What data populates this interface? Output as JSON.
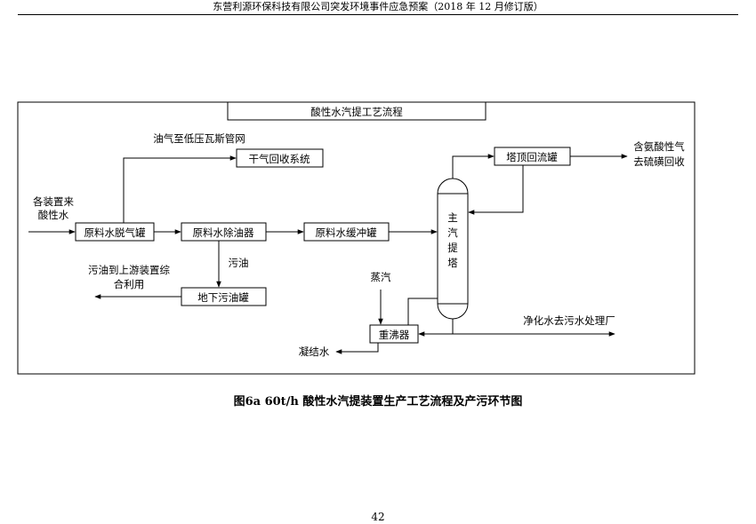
{
  "header": {
    "title": "东营利源环保科技有限公司突发环境事件应急预案（2018 年 12 月修订版）"
  },
  "diagram": {
    "title": "酸性水汽提工艺流程",
    "inputs": {
      "feed_line1": "各装置来",
      "feed_line2": "酸性水",
      "steam": "蒸汽",
      "oil_gas_note": "油气至低压瓦斯管网"
    },
    "units": {
      "degassing_tank": "原料水脱气罐",
      "dry_gas_recovery": "干气回收系统",
      "oil_removal_tank": "原料水除油器",
      "buffer_tank": "原料水缓冲罐",
      "underground_oil_tank": "地下污油罐",
      "overhead_reflux_tank": "塔顶回流罐",
      "reboiler": "重沸器",
      "main_stripper": [
        "主",
        "汽",
        "提",
        "塔"
      ]
    },
    "outputs": {
      "acid_gas_line1": "含氨酸性气",
      "acid_gas_line2": "去硫磺回收",
      "purified_water": "净化水去污水处理厂",
      "condensate": "凝结水",
      "dirty_oil_line1": "污油到上游装置综",
      "dirty_oil_line2": "合利用",
      "dirty_oil": "污油"
    }
  },
  "caption": "图6a 60t/h  酸性水汽提装置生产工艺流程及产污环节图",
  "page_number": "42"
}
